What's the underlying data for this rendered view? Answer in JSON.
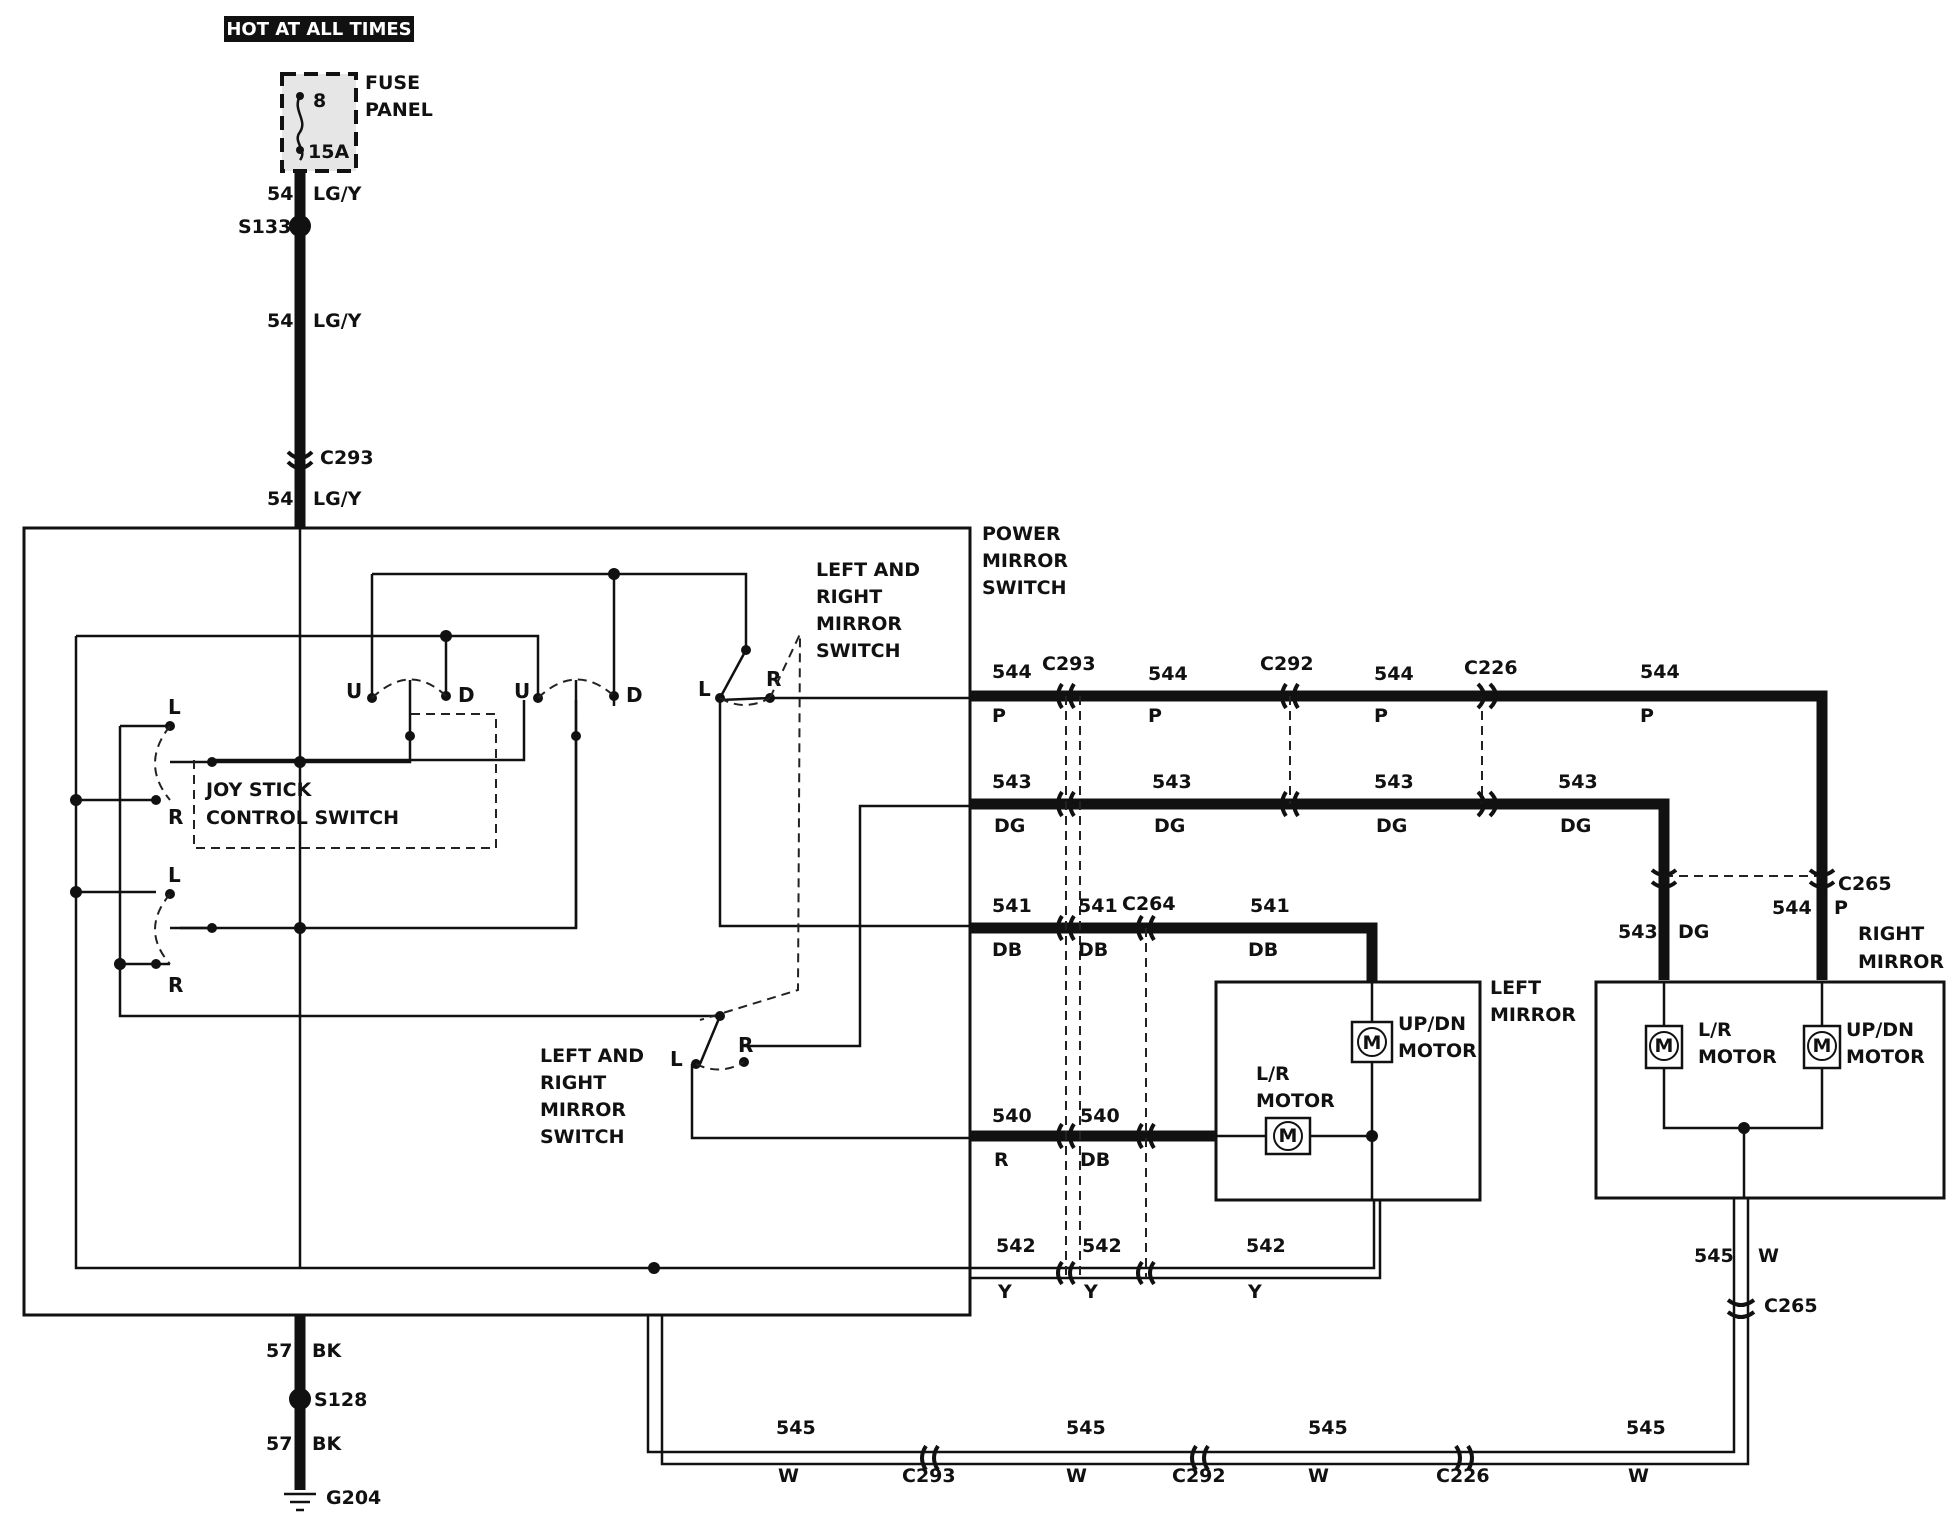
{
  "header": {
    "hot_at_all_times": "HOT AT ALL TIMES"
  },
  "fuse_panel": {
    "title_line1": "FUSE",
    "title_line2": "PANEL",
    "fuse_number": "8",
    "fuse_rating": "15A"
  },
  "feed": {
    "circuit": "54",
    "color": "LG/Y",
    "splice": "S133",
    "connector": "C293"
  },
  "ground": {
    "circuit": "57",
    "color": "BK",
    "splice": "S128",
    "ground_point": "G204"
  },
  "power_mirror_switch": {
    "line1": "POWER",
    "line2": "MIRROR",
    "line3": "SWITCH"
  },
  "joystick": {
    "line1": "JOY STICK",
    "line2": "CONTROL SWITCH",
    "u": "U",
    "d": "D",
    "l": "L",
    "r": "R"
  },
  "lr_switch": {
    "line1": "LEFT AND",
    "line2": "RIGHT",
    "line3": "MIRROR",
    "line4": "SWITCH",
    "l": "L",
    "r": "R"
  },
  "connectors": {
    "c293": "C293",
    "c292": "C292",
    "c226": "C226",
    "c264": "C264",
    "c265": "C265"
  },
  "wires": {
    "w544": {
      "circuit": "544",
      "color": "P"
    },
    "w543": {
      "circuit": "543",
      "color": "DG"
    },
    "w541": {
      "circuit": "541",
      "color": "DB"
    },
    "w540": {
      "circuit": "540",
      "color_a": "R",
      "color_b": "DB"
    },
    "w542": {
      "circuit": "542",
      "color": "Y"
    },
    "w545": {
      "circuit": "545",
      "color": "W"
    }
  },
  "left_mirror": {
    "line1": "LEFT",
    "line2": "MIRROR",
    "updn_line1": "UP/DN",
    "updn_line2": "MOTOR",
    "lr_line1": "L/R",
    "lr_line2": "MOTOR",
    "m": "M"
  },
  "right_mirror": {
    "line1": "RIGHT",
    "line2": "MIRROR",
    "updn_line1": "UP/DN",
    "updn_line2": "MOTOR",
    "lr_line1": "L/R",
    "lr_line2": "MOTOR",
    "m": "M"
  }
}
